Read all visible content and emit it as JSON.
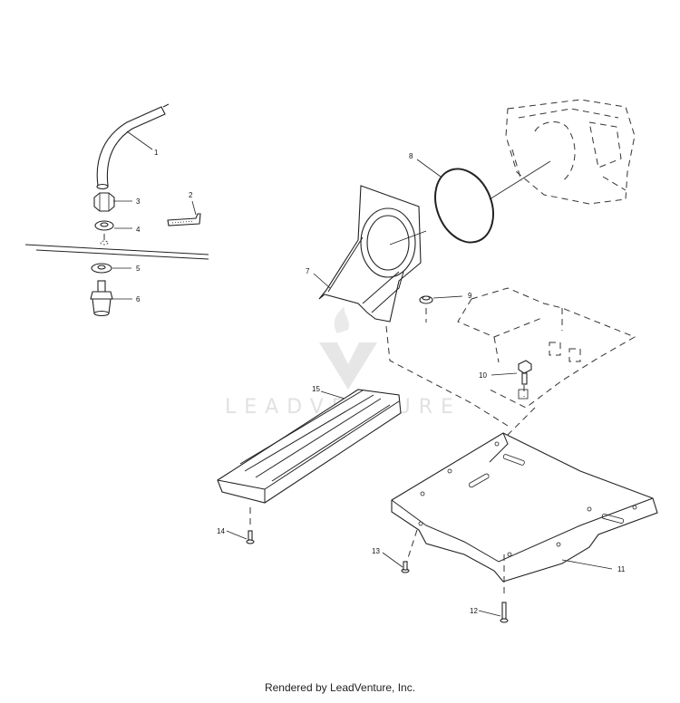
{
  "diagram": {
    "callouts": [
      "1",
      "2",
      "3",
      "4",
      "5",
      "6",
      "7",
      "8",
      "9",
      "10",
      "11",
      "12",
      "13",
      "14",
      "15"
    ]
  },
  "watermark": {
    "brand": "LEADVENTURE"
  },
  "footer": {
    "text": "Rendered by LeadVenture, Inc."
  }
}
